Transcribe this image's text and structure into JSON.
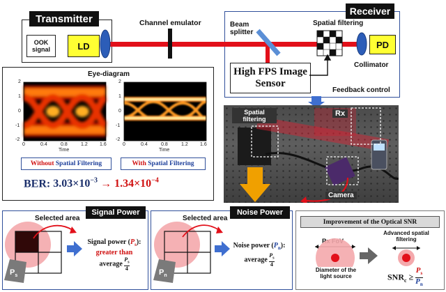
{
  "colors": {
    "laser": "#e2101a",
    "frame_blue": "#2f4f9a",
    "ld_yellow": "#ffff33",
    "lens_blue": "#2c5db8",
    "arrow_blue": "#3f6fd0",
    "arrow_gray": "#666666",
    "arrow_orange": "#f0a000",
    "red_text": "#d01010",
    "circle_pink": "#f4a9ac"
  },
  "transmitter": {
    "title": "Transmitter",
    "ook_label": "OOK signal",
    "ld_label": "LD"
  },
  "channel": {
    "label": "Channel emulator"
  },
  "receiver": {
    "title": "Receiver",
    "beam_splitter": "Beam splitter",
    "spatial_filtering": "Spatial filtering",
    "pd_label": "PD",
    "collimator": "Collimator",
    "sensor": "High FPS Image Sensor",
    "feedback": "Feedback control"
  },
  "eye": {
    "title": "Eye-diagram",
    "xlabel": "Time",
    "x_ticks": [
      "0",
      "0.4",
      "0.8",
      "1.2",
      "1.6"
    ],
    "y_ticks": [
      "2",
      "1",
      "0",
      "-1",
      "-2"
    ],
    "without_prefix": "Without",
    "without_suffix": "Spatial Filtering",
    "with_prefix": "With",
    "with_suffix": "Spatial Filtering"
  },
  "ber": {
    "label": "BER:",
    "before": "3.03×10",
    "before_exp": "−3",
    "arrow": "→",
    "after": "1.34×10",
    "after_exp": "−4"
  },
  "photo": {
    "spatial_filtering": "Spatial filtering",
    "rx": "Rx",
    "camera": "Camera"
  },
  "signal_panel": {
    "title": "Signal Power",
    "selected": "Selected area",
    "line1": "Signal power (",
    "sym": "P",
    "sub": "s",
    "line1_end": "):",
    "line2": "greater than",
    "line3": "average",
    "frac_num_sym": "P",
    "frac_num_sub": "s",
    "frac_den": "4",
    "hand_sym": "P",
    "hand_sub": "s"
  },
  "noise_panel": {
    "title": "Noise Power",
    "selected": "Selected area",
    "line1": "Noise power (",
    "sym": "P",
    "sub": "n",
    "line1_end": "):",
    "line3": "average",
    "frac_num_sym": "P",
    "frac_num_sub": "s",
    "frac_den": "4",
    "hand_sym": "P",
    "hand_sub": "n"
  },
  "snr_panel": {
    "title": "Improvement of the Optical SNR",
    "rx_fov": "Rx FoV",
    "diameter": "Diameter of the light source",
    "advanced": "Advanced spatial filtering",
    "snr_label": "SNR",
    "snr_sub": "c",
    "ge": "≥",
    "num_sym": "P",
    "num_sub": "s",
    "den_sym": "P",
    "den_sub": "n"
  }
}
